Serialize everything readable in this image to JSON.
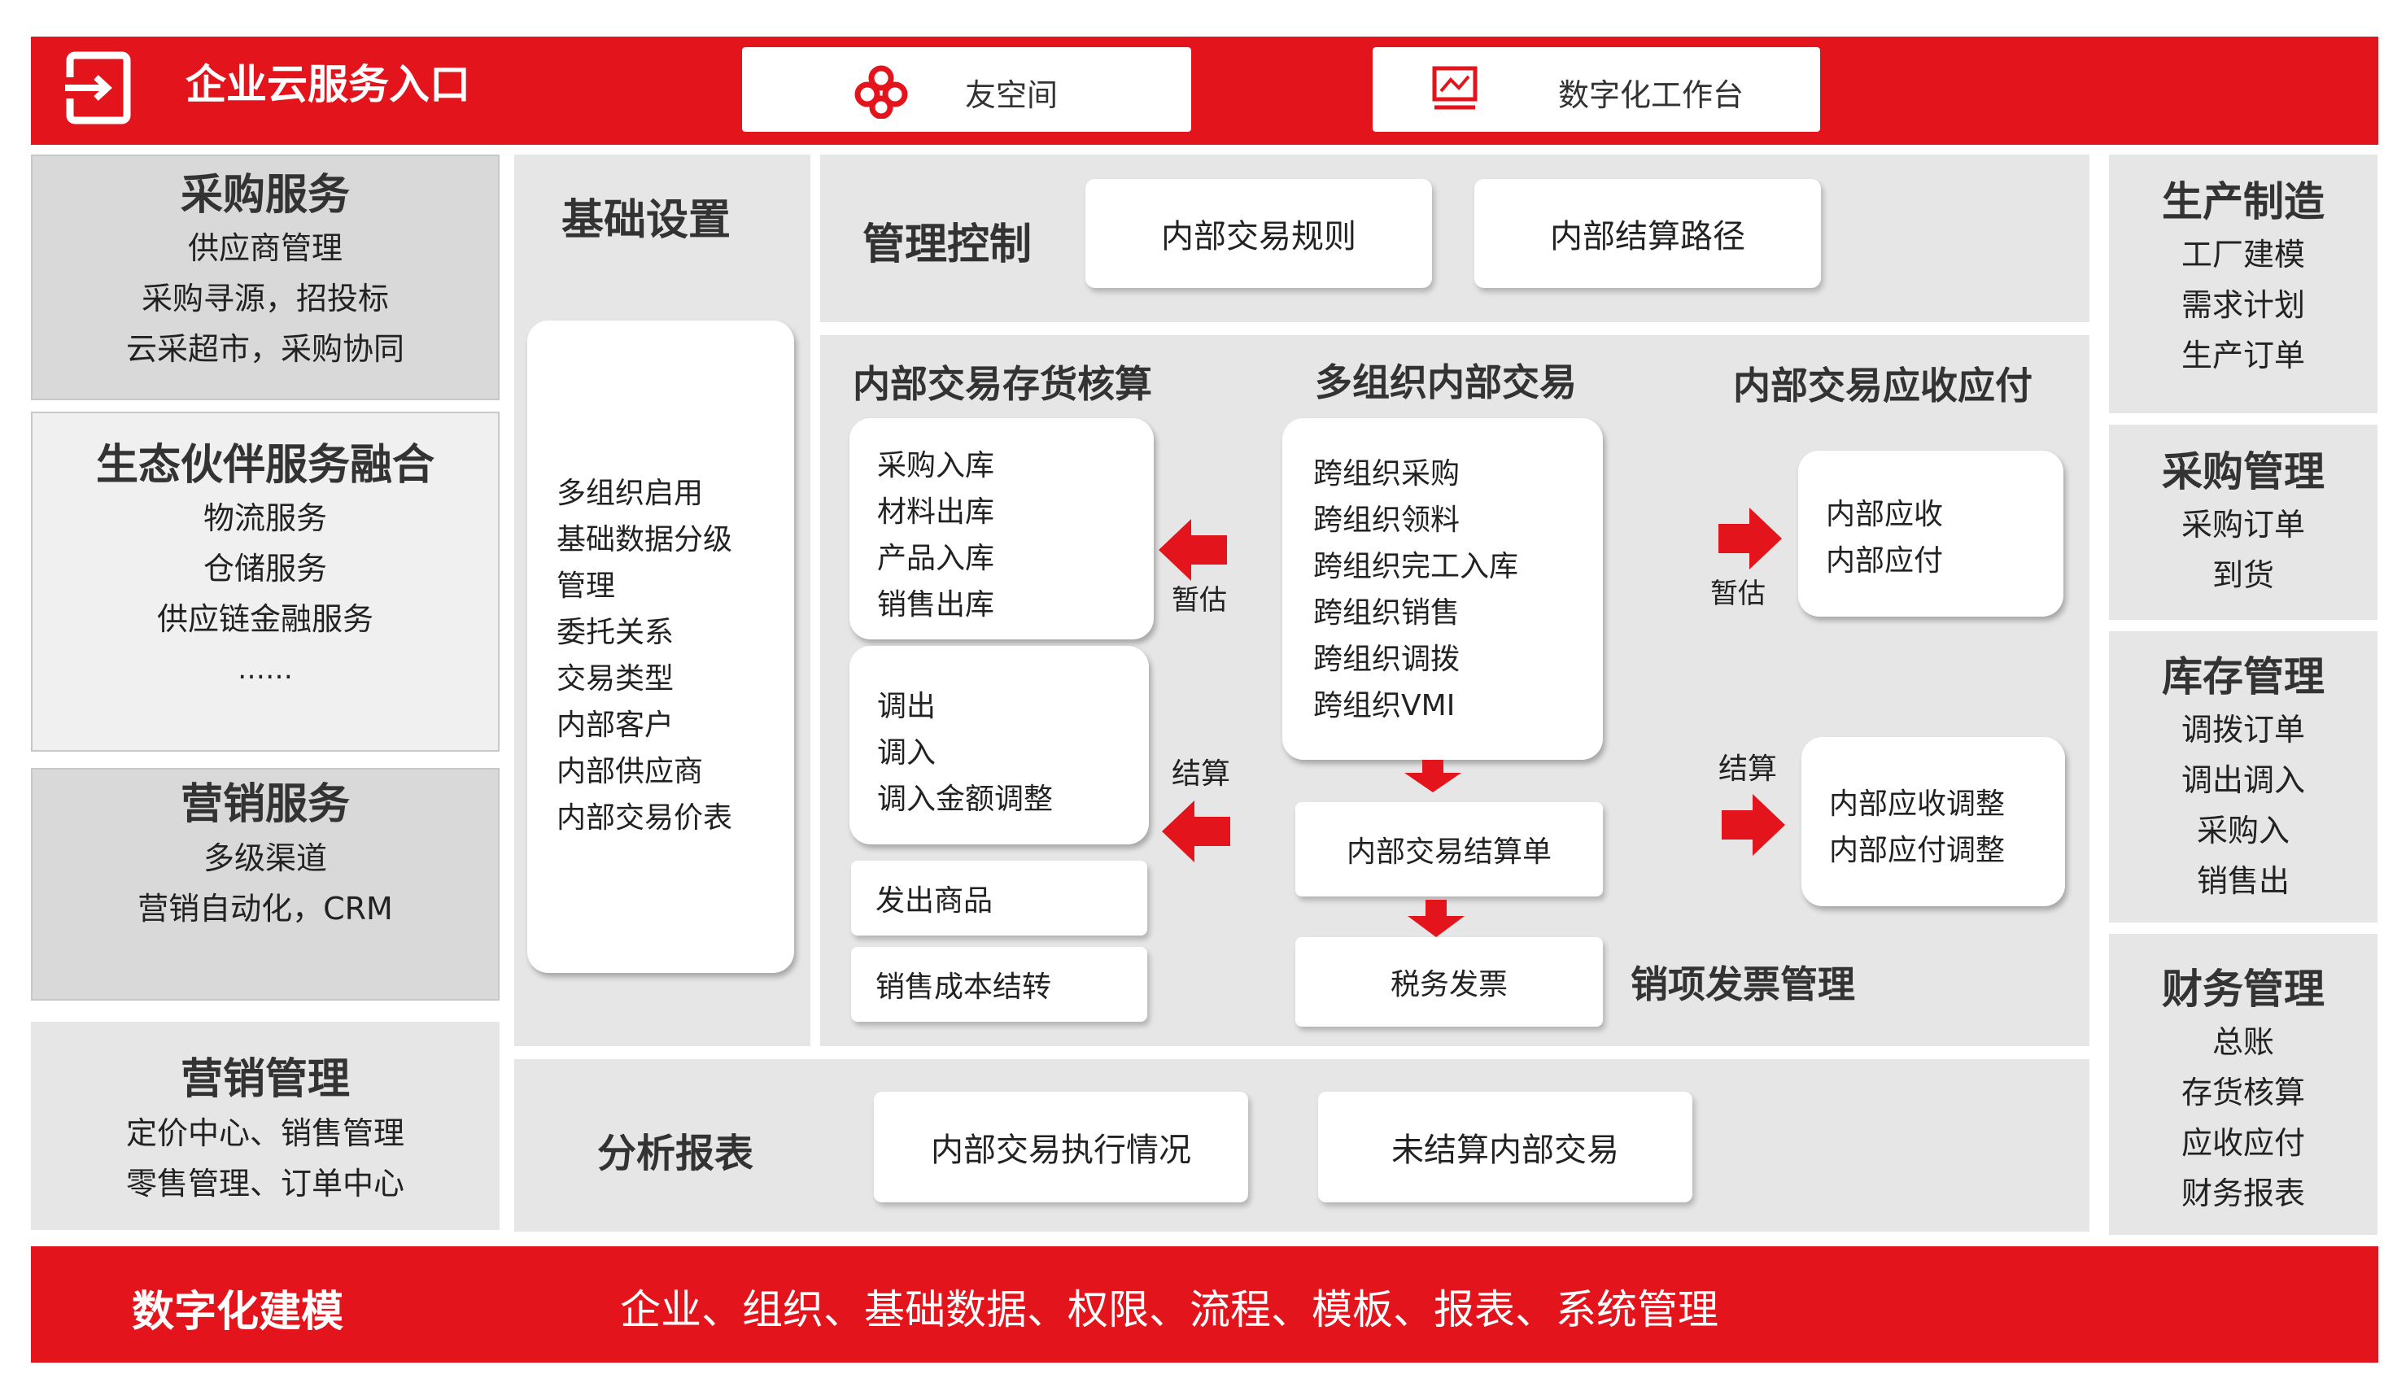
{
  "top": {
    "title": "企业云服务入口",
    "tab1": "友空间",
    "tab2": "数字化工作台"
  },
  "left": {
    "procurement": {
      "title": "采购服务",
      "items": [
        "供应商管理",
        "采购寻源，招投标",
        "云采超市，采购协同"
      ]
    },
    "eco": {
      "title": "生态伙伴服务融合",
      "items": [
        "物流服务",
        "仓储服务",
        "供应链金融服务",
        "……"
      ]
    },
    "marketing_service": {
      "title": "营销服务",
      "items": [
        "多级渠道",
        "营销自动化，CRM"
      ]
    },
    "marketing_mgmt": {
      "title": "营销管理",
      "items": [
        "定价中心、销售管理",
        "零售管理、订单中心"
      ]
    }
  },
  "base": {
    "title": "基础设置",
    "items": [
      "多组织启用",
      "基础数据分级",
      "管理",
      "委托关系",
      "交易类型",
      "内部客户",
      "内部供应商",
      "内部交易价表"
    ]
  },
  "control": {
    "title": "管理控制",
    "btn1": "内部交易规则",
    "btn2": "内部结算路径"
  },
  "main": {
    "inv_title": "内部交易存货核算",
    "multi_title": "多组织内部交易",
    "ar_title": "内部交易应收应付",
    "inv_card1": [
      "采购入库",
      "材料出库",
      "产品入库",
      "销售出库"
    ],
    "inv_card2": [
      "调出",
      "调入",
      "调入金额调整"
    ],
    "inv_btn1": "发出商品",
    "inv_btn2": "销售成本结转",
    "multi_card": [
      "跨组织采购",
      "跨组织领料",
      "跨组织完工入库",
      "跨组织销售",
      "跨组织调拨",
      "跨组织VMI"
    ],
    "settle_doc": "内部交易结算单",
    "tax_invoice": "税务发票",
    "output_invoice_title": "销项发票管理",
    "ar_card1": [
      "内部应收",
      "内部应付"
    ],
    "ar_card2": [
      "内部应收调整",
      "内部应付调整"
    ],
    "label_estimate_left": "暂估",
    "label_settle_left": "结算",
    "label_estimate_right": "暂估",
    "label_settle_right": "结算"
  },
  "report": {
    "title": "分析报表",
    "btn1": "内部交易执行情况",
    "btn2": "未结算内部交易"
  },
  "right": {
    "production": {
      "title": "生产制造",
      "items": [
        "工厂建模",
        "需求计划",
        "生产订单"
      ]
    },
    "purchase_mgmt": {
      "title": "采购管理",
      "items": [
        "采购订单",
        "到货"
      ]
    },
    "inventory_mgmt": {
      "title": "库存管理",
      "items": [
        "调拨订单",
        "调出调入",
        "采购入",
        "销售出"
      ]
    },
    "finance_mgmt": {
      "title": "财务管理",
      "items": [
        "总账",
        "存货核算",
        "应收应付",
        "财务报表"
      ]
    }
  },
  "bottom": {
    "title": "数字化建模",
    "text": "企业、组织、基础数据、权限、流程、模板、报表、系统管理"
  },
  "colors": {
    "brand_red": "#e3141b",
    "panel_gray": "#d9d9d9",
    "light_gray": "#e6e6e6"
  }
}
